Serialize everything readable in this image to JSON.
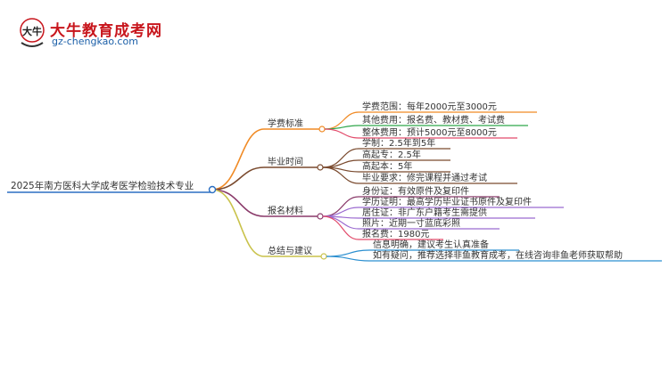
{
  "logo": {
    "mark_text": "大牛",
    "title": "大牛教育成考网",
    "url": "gz-chengkao.com"
  },
  "mindmap": {
    "root": "2025年南方医科大学成考医学检验技术专业",
    "branches": [
      {
        "label": "学费标准",
        "color": "#f08a24",
        "children": [
          {
            "text": "学费范围：每年2000元至3000元",
            "color": "#f08a24"
          },
          {
            "text": "其他费用：报名费、教材费、考试费",
            "color": "#2fa64a"
          },
          {
            "text": "整体费用：预计5000元至8000元",
            "color": "#e24b6b"
          }
        ]
      },
      {
        "label": "毕业时间",
        "color": "#7a4a2e",
        "children": [
          {
            "text": "学制：2.5年到5年",
            "color": "#7a4a2e"
          },
          {
            "text": "高起专：2.5年",
            "color": "#7a4a2e"
          },
          {
            "text": "高起本：5年",
            "color": "#7a4a2e"
          },
          {
            "text": "毕业要求：修完课程并通过考试",
            "color": "#7a4a2e"
          }
        ]
      },
      {
        "label": "报名材料",
        "color": "#8a3a6a",
        "children": [
          {
            "text": "身份证：有效原件及复印件",
            "color": "#8a3a6a"
          },
          {
            "text": "学历证明：最高学历毕业证书原件及复印件",
            "color": "#9b6ad0"
          },
          {
            "text": "居住证：非广东户籍考生需提供",
            "color": "#9b6ad0"
          },
          {
            "text": "照片：近期一寸蓝底彩照",
            "color": "#9b6ad0"
          },
          {
            "text": "报名费：1980元",
            "color": "#e24b6b"
          }
        ]
      },
      {
        "label": "总结与建议",
        "color": "#c9c24a",
        "children": [
          {
            "text": "信息明确，建议考生认真准备",
            "color": "#2b8fd0"
          },
          {
            "text": "如有疑问，推荐选择非鱼教育成考，在线咨询非鱼老师获取帮助",
            "color": "#2b8fd0"
          }
        ]
      }
    ]
  }
}
